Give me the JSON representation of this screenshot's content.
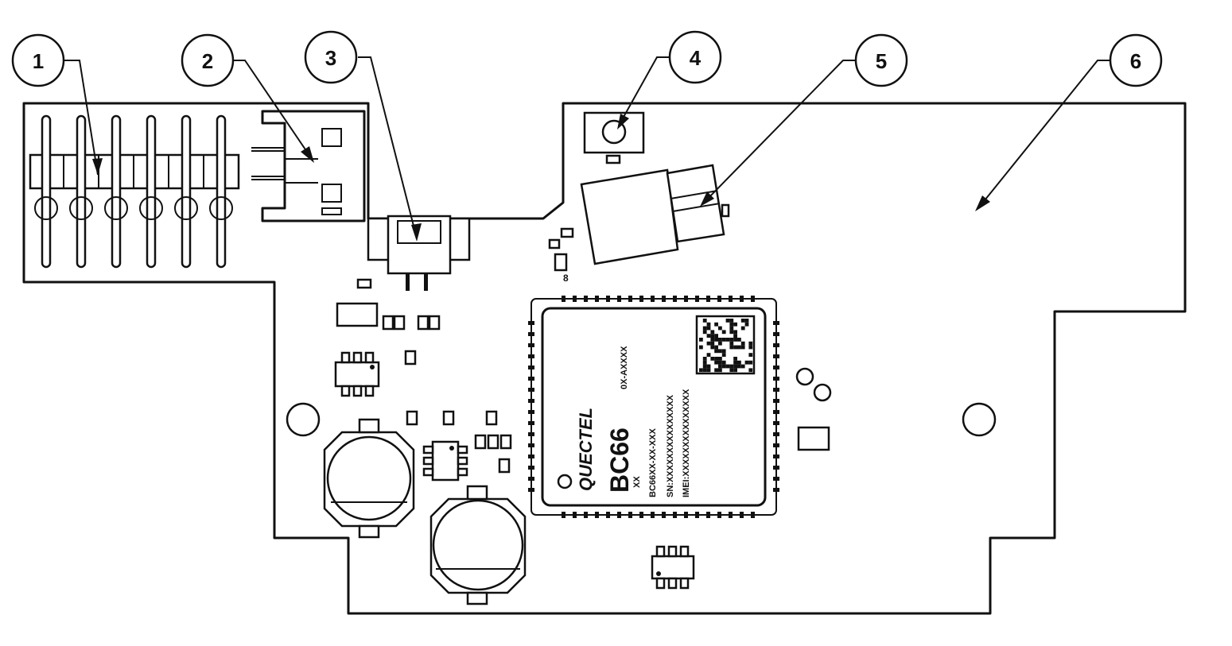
{
  "callouts": [
    {
      "label": "1"
    },
    {
      "label": "2"
    },
    {
      "label": "3"
    },
    {
      "label": "4"
    },
    {
      "label": "5"
    },
    {
      "label": "6"
    }
  ],
  "module": {
    "brand": "QUECTEL",
    "model": "BC66",
    "lines": [
      "XX",
      "BC66XX-XX-XXX",
      "SN:XXXXXXXXXXXXXXX",
      "IMEI:XXXXXXXXXXXXXXX"
    ],
    "code": "0X-AXXXX",
    "c8": "8"
  },
  "colors": {
    "line": "#111111",
    "background": "#ffffff"
  }
}
